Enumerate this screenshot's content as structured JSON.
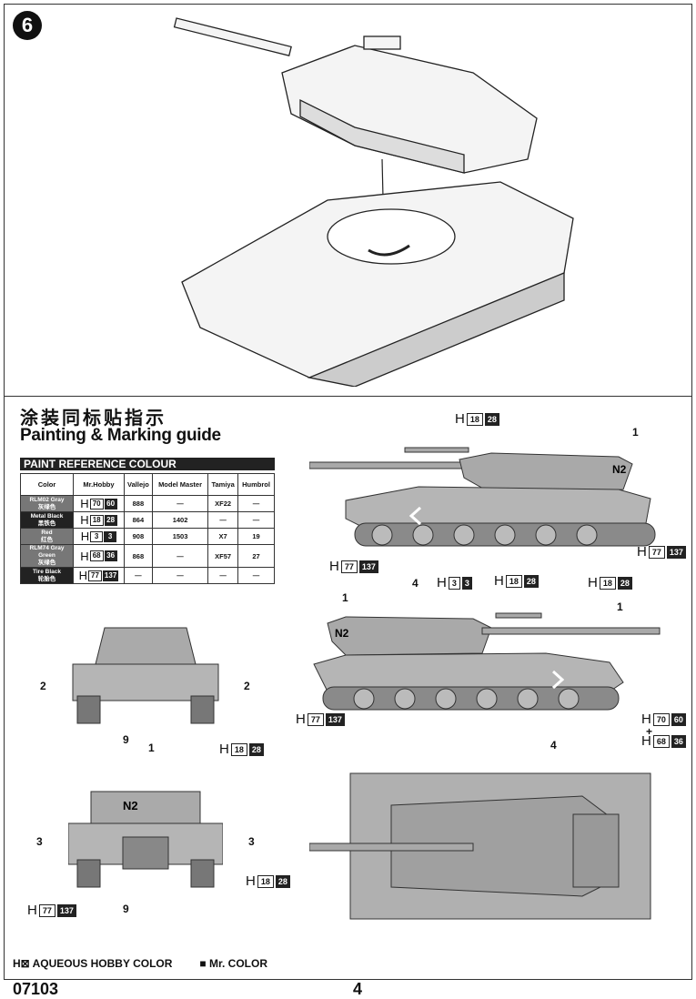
{
  "step_number": "6",
  "section": {
    "title_cn": "涂装同标贴指示",
    "title_en": "Painting & Marking guide"
  },
  "paint_table": {
    "title": "PAINT  REFERENCE COLOUR",
    "headers": [
      "Color",
      "Mr.Hobby",
      "Vallejo",
      "Model Master",
      "Tamiya",
      "Humbrol"
    ],
    "rows": [
      {
        "color": "RLM02 Gray",
        "color_cn": "灰绿色",
        "h": "70",
        "mr": "60",
        "vallejo": "888",
        "model_master": "—",
        "tamiya": "XF22",
        "humbrol": "—"
      },
      {
        "color": "Metal Black",
        "color_cn": "黑铁色",
        "h": "18",
        "mr": "28",
        "vallejo": "864",
        "model_master": "1402",
        "tamiya": "—",
        "humbrol": "—"
      },
      {
        "color": "Red",
        "color_cn": "红色",
        "h": "3",
        "mr": "3",
        "vallejo": "908",
        "model_master": "1503",
        "tamiya": "X7",
        "humbrol": "19"
      },
      {
        "color": "RLM74 Gray Green",
        "color_cn": "灰绿色",
        "h": "68",
        "mr": "36",
        "vallejo": "868",
        "model_master": "—",
        "tamiya": "XF57",
        "humbrol": "27"
      },
      {
        "color": "Tire Black",
        "color_cn": "轮胎色",
        "h": "77",
        "mr": "137",
        "vallejo": "—",
        "model_master": "—",
        "tamiya": "—",
        "humbrol": "—"
      }
    ]
  },
  "callouts": [
    {
      "h": "H",
      "w": "18",
      "b": "28"
    },
    {
      "h": "H",
      "w": "77",
      "b": "137"
    },
    {
      "h": "H",
      "w": "3",
      "b": "3"
    },
    {
      "h": "H",
      "w": "18",
      "b": "28"
    },
    {
      "h": "H",
      "w": "77",
      "b": "137"
    },
    {
      "h": "H",
      "w": "18",
      "b": "28"
    },
    {
      "h": "H",
      "w": "77",
      "b": "137"
    },
    {
      "h": "H",
      "w": "70",
      "b": "60"
    },
    {
      "h": "H",
      "w": "68",
      "b": "36"
    },
    {
      "h": "H",
      "w": "18",
      "b": "28"
    },
    {
      "h": "H",
      "w": "18",
      "b": "28"
    },
    {
      "h": "H",
      "w": "77",
      "b": "137"
    }
  ],
  "plus": "+",
  "decal_numbers": [
    "1",
    "4",
    "1",
    "1",
    "4",
    "2",
    "2",
    "9",
    "1",
    "3",
    "3",
    "9"
  ],
  "hull_marking": "N2",
  "legend": {
    "aqueous": "H⊠ AQUEOUS HOBBY COLOR",
    "mr_color": "■ Mr. COLOR"
  },
  "footer": {
    "code": "07103",
    "page": "4"
  }
}
